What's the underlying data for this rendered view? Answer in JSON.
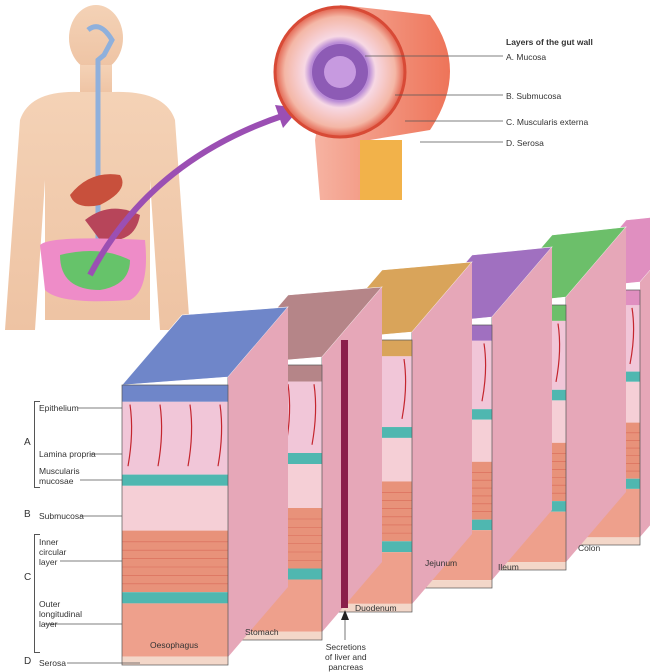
{
  "inset": {
    "title": "Layers of the gut wall",
    "layers": [
      "A. Mucosa",
      "B. Submucosa",
      "C. Muscularis externa",
      "D. Serosa"
    ]
  },
  "left_labels": {
    "group_a": "A",
    "epithelium": "Epithelium",
    "lamina_propria": "Lamina propria",
    "muscularis_mucosae": [
      "Muscularis",
      "mucosae"
    ],
    "group_b": "B",
    "submucosa": "Submucosa",
    "group_c": "C",
    "inner_circular": [
      "Inner",
      "circular",
      "layer"
    ],
    "outer_longitudinal": [
      "Outer",
      "longitudinal",
      "layer"
    ],
    "group_d": "D",
    "serosa": "Serosa"
  },
  "segments": [
    "Oesophagus",
    "Stomach",
    "Duodenum",
    "Jejunum",
    "Ileum",
    "Colon"
  ],
  "secretions": [
    "Secretions",
    "of liver and",
    "pancreas"
  ],
  "colors": {
    "epithelium_oesophagus": "#6f86c9",
    "epithelium_stomach": "#b58588",
    "epithelium_duodenum": "#d9a45a",
    "epithelium_jejunum": "#a070c0",
    "epithelium_ileum": "#6cbf6a",
    "epithelium_colon": "#e08fc0",
    "mucosa": "#f1c6d8",
    "muscle": "#e8927a",
    "teal": "#4fb7b0",
    "vessel": "#c4262e",
    "arrow": "#9b4fb3"
  }
}
